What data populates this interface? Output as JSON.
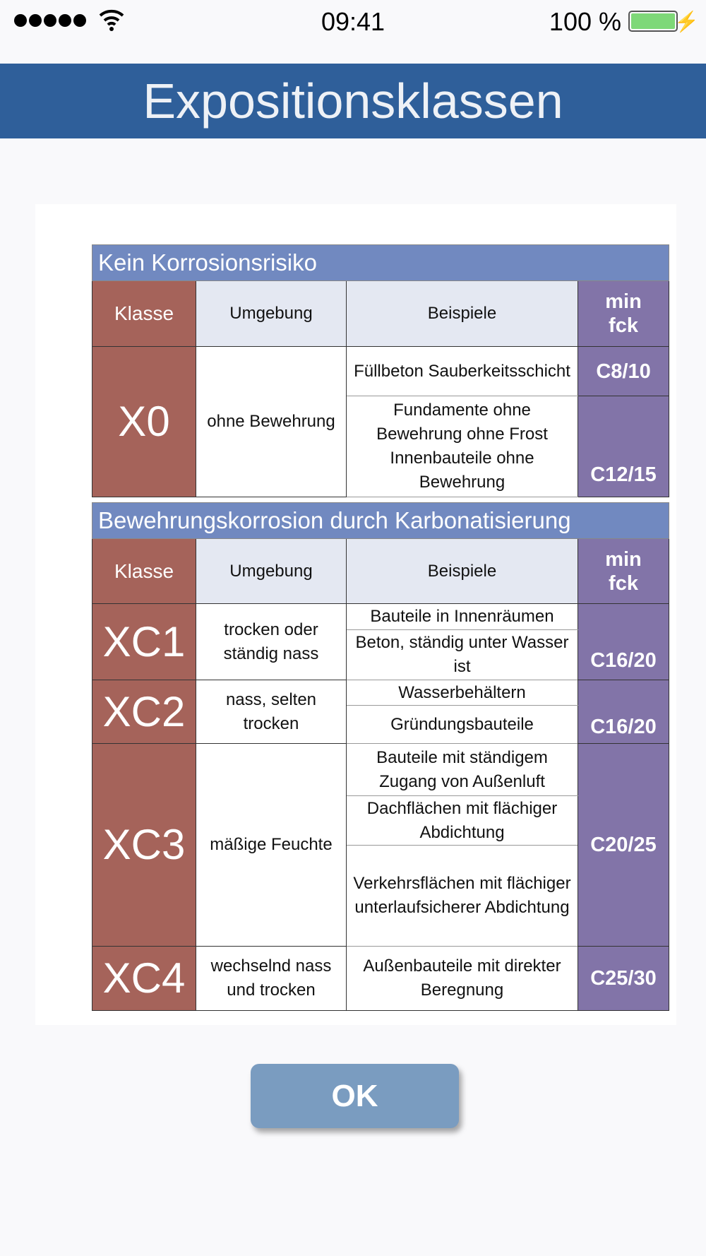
{
  "status": {
    "time": "09:41",
    "battery": "100 %"
  },
  "title": "Expositionsklassen",
  "headers": {
    "klasse": "Klasse",
    "umgebung": "Umgebung",
    "beispiele": "Beispiele",
    "fck1": "min",
    "fck2": "fck"
  },
  "s1": {
    "title": "Kein Korrosionsrisiko",
    "x0": {
      "klasse": "X0",
      "umgebung": "ohne Bewehrung",
      "b1": "Füllbeton Sauberkeitsschicht",
      "f1": "C8/10",
      "b2": "Fundamente ohne Bewehrung ohne Frost Innenbauteile ohne Bewehrung",
      "f2": "C12/15"
    }
  },
  "s2": {
    "title": "Bewehrungskorrosion durch Karbonatisierung",
    "xc1": {
      "klasse": "XC1",
      "umgebung": "trocken oder ständig nass",
      "b1": "Bauteile in Innenräumen",
      "b2": "Beton, ständig unter Wasser ist",
      "f": "C16/20"
    },
    "xc2": {
      "klasse": "XC2",
      "umgebung": "nass, selten trocken",
      "b1": "Wasserbehältern",
      "b2": "Gründungsbauteile",
      "f": "C16/20"
    },
    "xc3": {
      "klasse": "XC3",
      "umgebung": "mäßige Feuchte",
      "b1": "Bauteile mit ständigem Zugang von Außenluft",
      "b2": "Dachflächen mit flächiger Abdichtung",
      "b3": "Verkehrsflächen mit flächiger unterlaufsicherer Abdichtung",
      "f": "C20/25"
    },
    "xc4": {
      "klasse": "XC4",
      "umgebung": "wechselnd nass und trocken",
      "b1": "Außenbauteile mit direkter Beregnung",
      "f": "C25/30"
    }
  },
  "ok": "OK"
}
